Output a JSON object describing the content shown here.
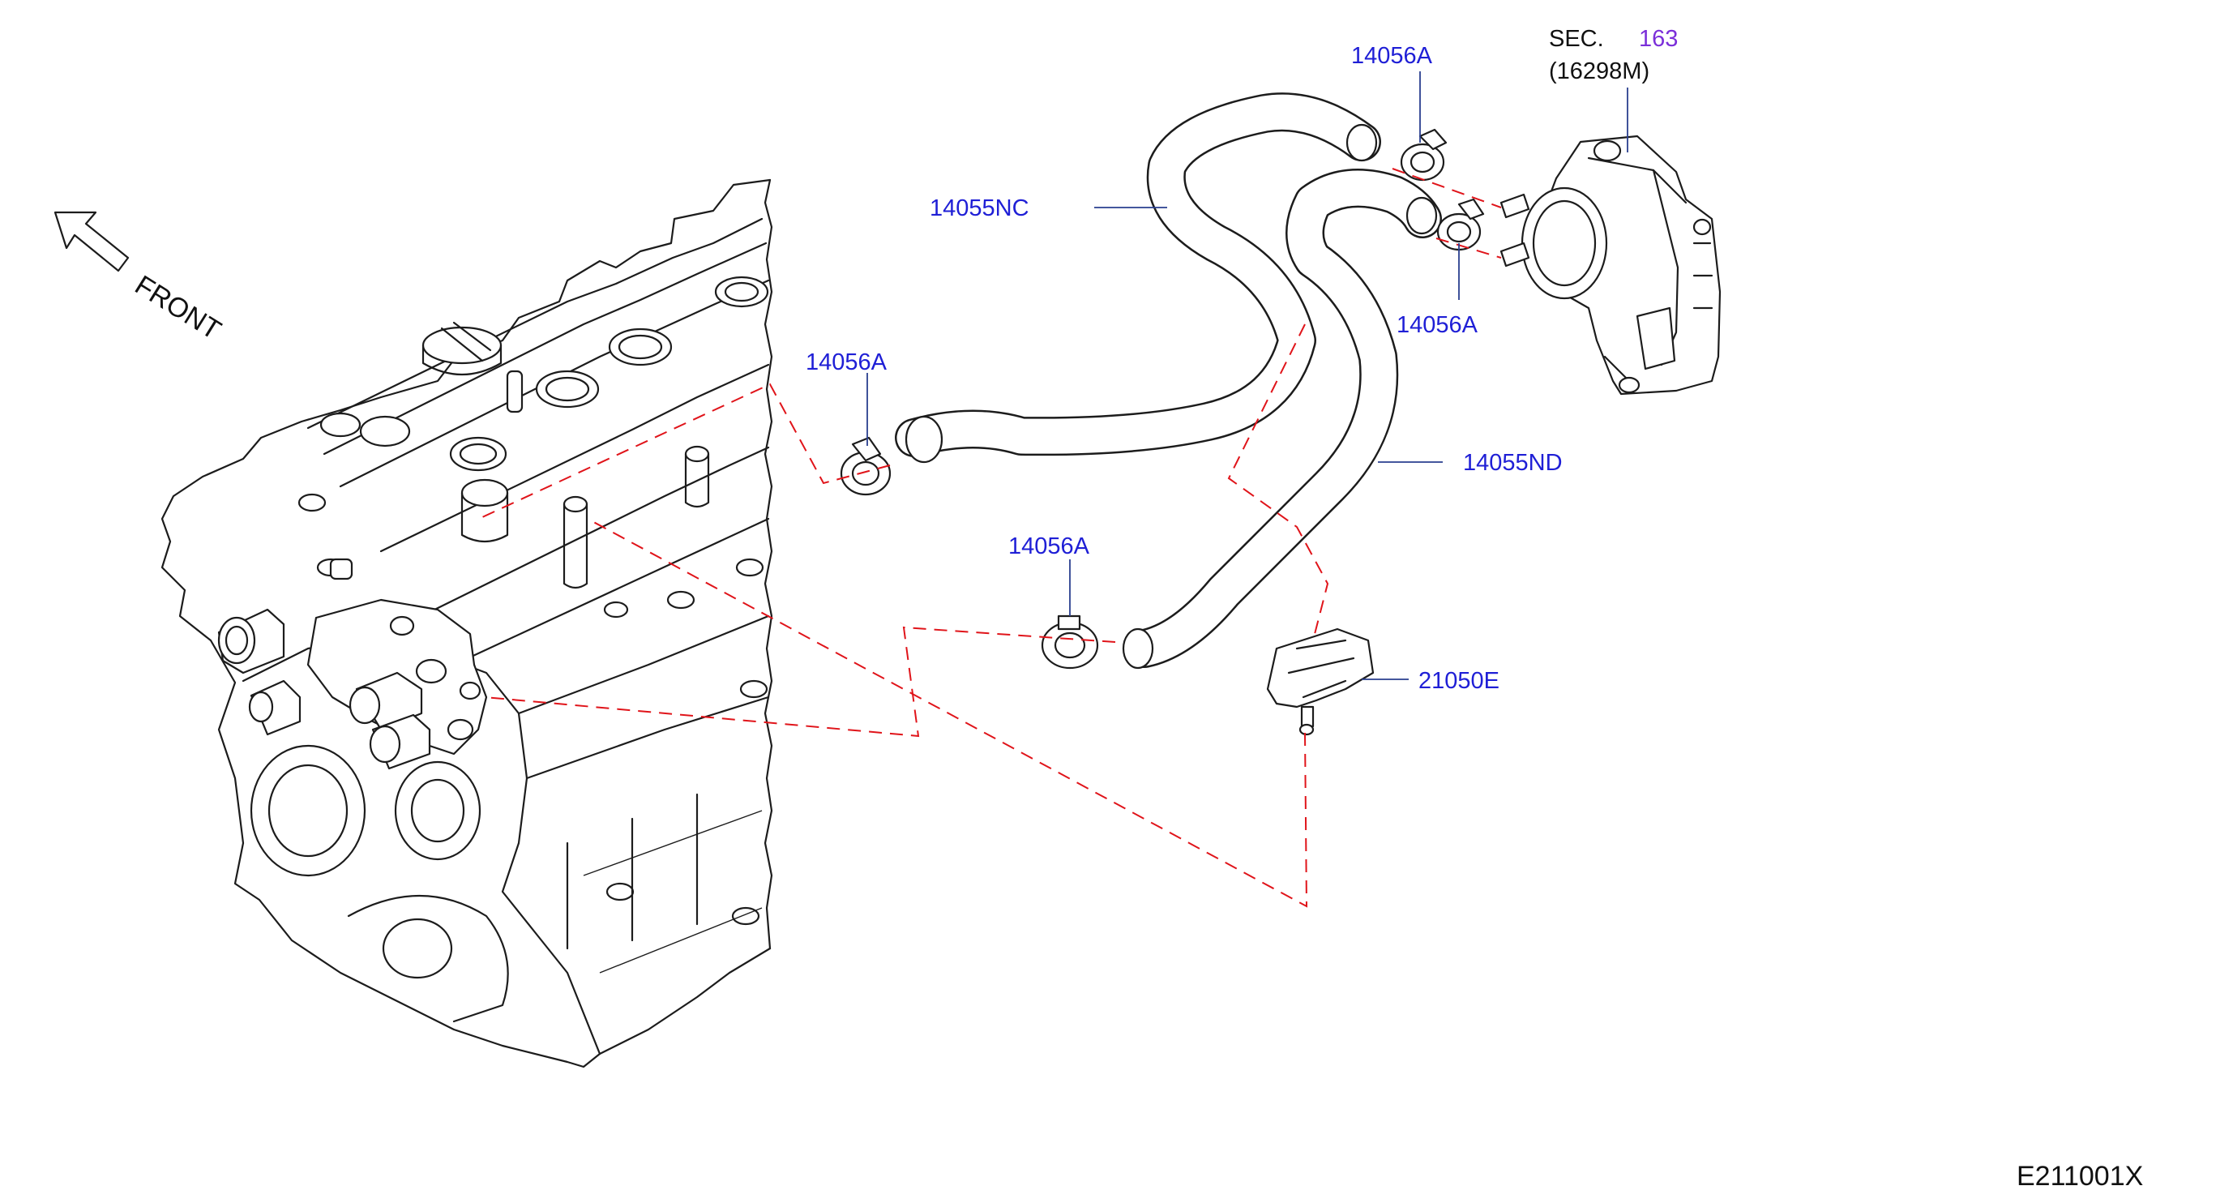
{
  "callouts": {
    "hose_upper": "14055NC",
    "hose_lower": "14055ND",
    "clamp_top_1": "14056A",
    "clamp_top_2": "14056A",
    "clamp_left": "14056A",
    "clamp_mid": "14056A",
    "bracket": "21050E"
  },
  "section_ref": {
    "prefix": "SEC.",
    "number": "163",
    "subpart": "(16298M)"
  },
  "front_label": "FRONT",
  "diagram_id": "E211001X",
  "colors": {
    "callout_text": "#1f1fd6",
    "section_number": "#7b2fd9",
    "leader_line": "#2a3f8f",
    "dashed_line": "#e0141a",
    "linework": "#1c1c1c"
  }
}
